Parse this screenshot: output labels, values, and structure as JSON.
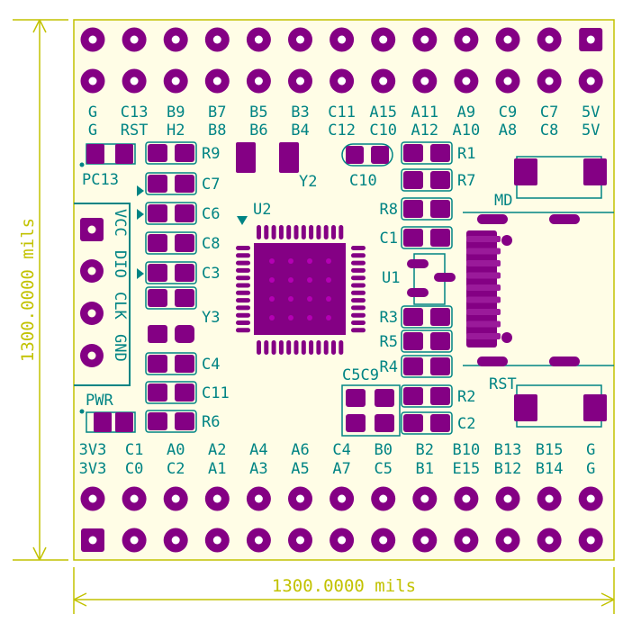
{
  "colors": {
    "background": "#ffffff",
    "board": "#fffde6",
    "pad": "#840084",
    "hole": "#ffffff",
    "silkscreen": "#008484",
    "dimension": "#c2c200"
  },
  "dimensions": {
    "width_label": "1300.0000 mils",
    "height_label": "1300.0000 mils"
  },
  "top_header": {
    "row1_labels": [
      "G",
      "C13",
      "B9",
      "B7",
      "B5",
      "B3",
      "C11",
      "A15",
      "A11",
      "A9",
      "C9",
      "C7",
      "5V"
    ],
    "row2_labels": [
      "G",
      "RST",
      "H2",
      "B8",
      "B6",
      "B4",
      "C12",
      "C10",
      "A12",
      "A10",
      "A8",
      "C8",
      "5V"
    ]
  },
  "bottom_header": {
    "row1_labels": [
      "3V3",
      "C1",
      "A0",
      "A2",
      "A4",
      "A6",
      "C4",
      "B0",
      "B2",
      "B10",
      "B13",
      "B15",
      "G"
    ],
    "row2_labels": [
      "3V3",
      "C0",
      "C2",
      "A1",
      "A3",
      "A5",
      "A7",
      "C5",
      "B1",
      "E15",
      "B12",
      "B14",
      "G"
    ]
  },
  "debug_header": {
    "pins": [
      "VCC",
      "DIO",
      "CLK",
      "GND"
    ]
  },
  "components": {
    "left_passives": [
      "R9",
      "C7",
      "C6",
      "C8",
      "C3",
      "Y3",
      "C4",
      "C11",
      "R6"
    ],
    "right_passives_top": [
      "R1",
      "R7",
      "R8",
      "C1"
    ],
    "right_passives_bottom": [
      "R3",
      "R5",
      "R4",
      "R2",
      "C2"
    ],
    "misc": {
      "led_top": "PC13",
      "led_bottom": "PWR",
      "crystal": "Y2",
      "cap_c10": "C10",
      "mcu": "U2",
      "regulator": "U1",
      "cap_pair": "C5C9",
      "button_mode": "MD",
      "button_reset": "RST"
    }
  }
}
